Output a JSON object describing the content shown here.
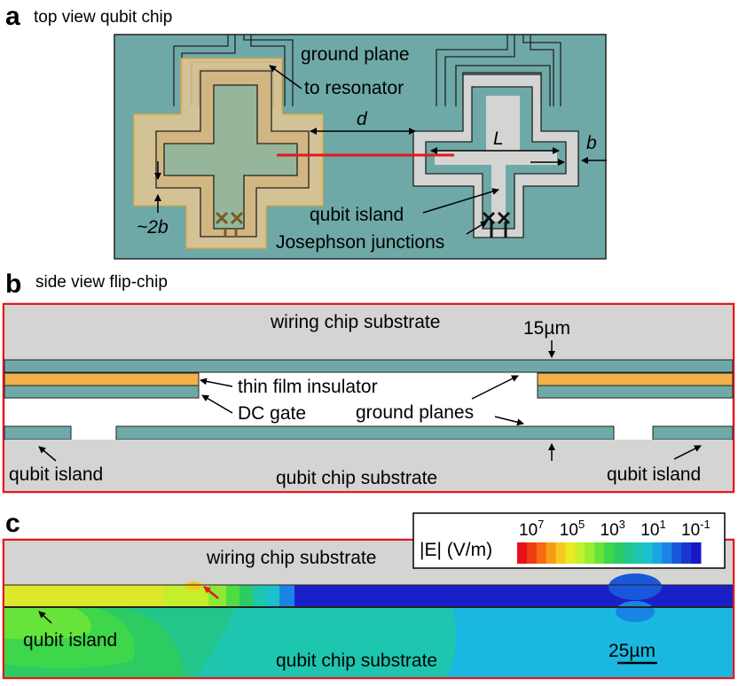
{
  "panel_a": {
    "letter": "a",
    "title": "top view qubit chip",
    "ground_plane": "ground plane",
    "to_resonator": "to resonator",
    "d": "d",
    "L": "L",
    "b": "b",
    "two_b": "~2b",
    "qubit_island": "qubit island",
    "josephson": "Josephson junctions"
  },
  "panel_b": {
    "letter": "b",
    "title": "side view flip-chip",
    "wiring_substrate": "wiring chip substrate",
    "thickness": "15µm",
    "insulator": "thin film insulator",
    "dc_gate": "DC gate",
    "ground_planes": "ground planes",
    "qubit_island_left": "qubit island",
    "qubit_substrate": "qubit chip substrate",
    "qubit_island_right": "qubit island"
  },
  "panel_c": {
    "letter": "c",
    "wiring_substrate": "wiring chip substrate",
    "colorbar_label": "|E| (V/m)",
    "ticks": [
      {
        "base": "10",
        "exp": "7"
      },
      {
        "base": "10",
        "exp": "5"
      },
      {
        "base": "10",
        "exp": "3"
      },
      {
        "base": "10",
        "exp": "1"
      },
      {
        "base": "10",
        "exp": "-1"
      }
    ],
    "colorbar_colors": [
      "#e8101a",
      "#f03a12",
      "#f66a10",
      "#f89a18",
      "#f6c820",
      "#e8ea26",
      "#c4ef2c",
      "#98ec32",
      "#66e43a",
      "#3ed64a",
      "#2ccc62",
      "#22c68a",
      "#1ec6b0",
      "#1cc0cc",
      "#1aa6e2",
      "#1a84e6",
      "#1a58da",
      "#1a36d2",
      "#1a16c8"
    ],
    "qubit_island": "qubit island",
    "qubit_substrate": "qubit chip substrate",
    "scale": "25µm"
  }
}
